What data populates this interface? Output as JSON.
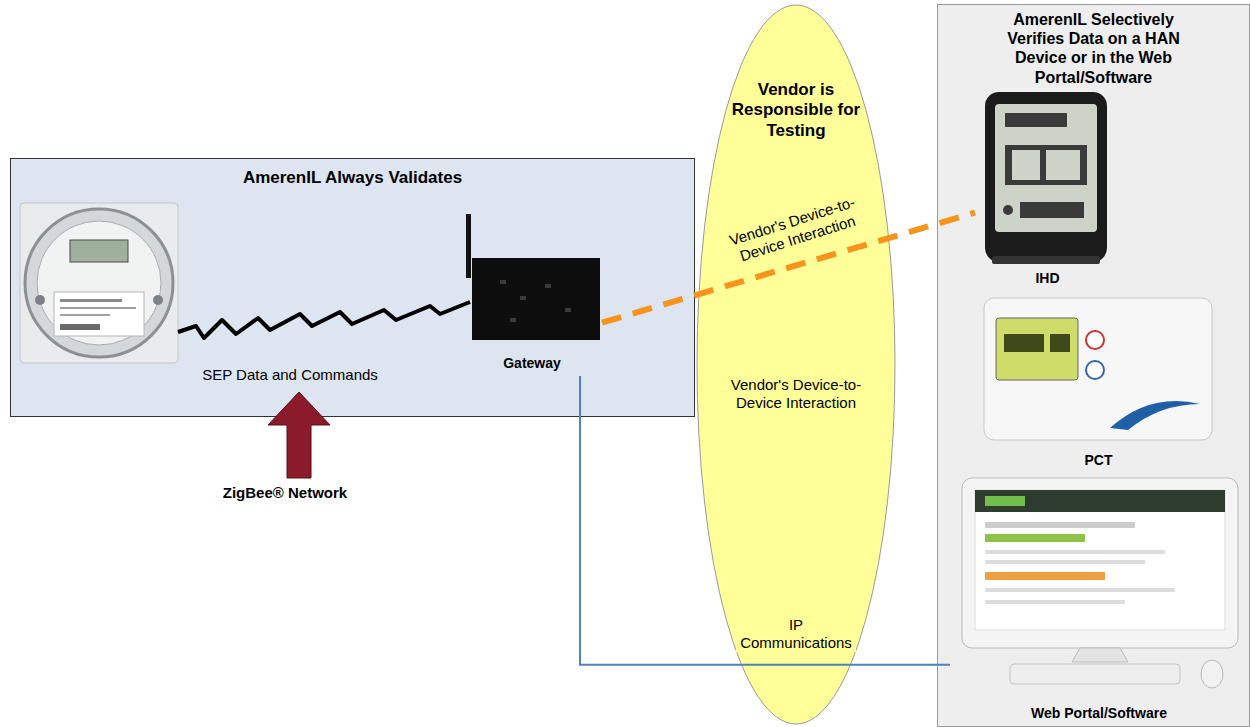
{
  "diagram": {
    "nodes": [
      {
        "text": [
          "AmerenIL Always Validates"
        ]
      },
      {
        "text": [
          "Gateway"
        ],
        "in": 0
      },
      {
        "text": [
          "Vendor is Responsible for Testing",
          "Vendor's Device-to-Device Interaction"
        ]
      },
      {
        "text": [
          "AmerenIL Selectively Verifies Data on a HAN Device or in the Web Portal/Software"
        ]
      },
      {
        "text": [
          "IHD"
        ],
        "in": 3
      },
      {
        "text": [
          "PCT"
        ],
        "in": 3
      },
      {
        "text": [
          "Web Portal/Software"
        ],
        "in": 3
      }
    ],
    "edges": [
      {
        "from": 1,
        "to": 4,
        "arrow": "none",
        "label": "Vendor's Device-to-Device Interaction"
      },
      {
        "from": 1,
        "to": 6,
        "arrow": "none",
        "label": "IP Communications"
      }
    ],
    "labels": [
      "SEP Data and Commands",
      "ZigBee® Network"
    ]
  }
}
